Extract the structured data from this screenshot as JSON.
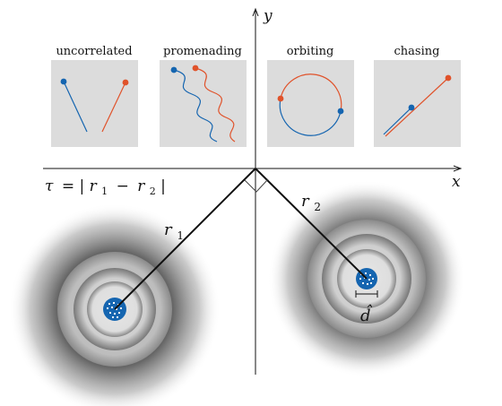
{
  "panels": [
    {
      "key": "uncorrelated",
      "title": "uncorrelated"
    },
    {
      "key": "promenading",
      "title": "promenading"
    },
    {
      "key": "orbiting",
      "title": "orbiting"
    },
    {
      "key": "chasing",
      "title": "chasing"
    }
  ],
  "axes": {
    "x_label": "x",
    "y_label": "y"
  },
  "tau_formula": {
    "lhs": "τ",
    "eq": "= |",
    "r1_base": "r",
    "r1_sub": "1",
    "minus": "−",
    "r2_base": "r",
    "r2_sub": "2",
    "close": "|"
  },
  "labels": {
    "r1_base": "r",
    "r1_sub": "1",
    "r2_base": "r",
    "r2_sub": "2",
    "d_hat": "d̂"
  },
  "colors": {
    "blue": "#1565b0",
    "orange": "#e0522a",
    "panel_bg": "#dcdcdc",
    "axis": "#111111"
  }
}
